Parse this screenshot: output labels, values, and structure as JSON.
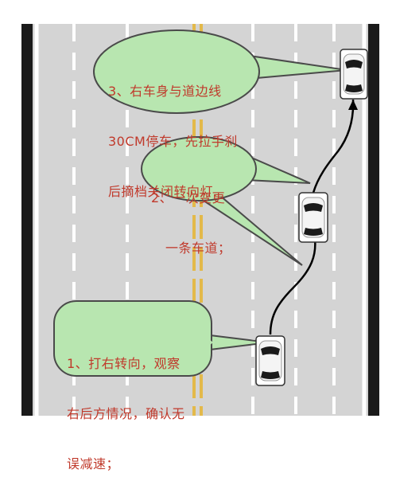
{
  "scene": {
    "title": "",
    "colors": {
      "road": "#d4d4d4",
      "dashed_lane": "#ffffff",
      "center_line": "#e3b94a",
      "edge_line": "#1a1a1a",
      "bubble_fill": "#b8e6b0",
      "bubble_stroke": "#4a4a4a",
      "text": "#c0392b",
      "path": "#000000"
    }
  },
  "callouts": [
    {
      "id": "step-3",
      "lines": [
        "3、右车身与道边线",
        "30CM停车，先拉手刹",
        "后摘档关闭转向灯."
      ]
    },
    {
      "id": "step-2",
      "lines": [
        "2、一次变更",
        "一条车道；"
      ]
    },
    {
      "id": "step-1",
      "lines": [
        "1、打右转向，观察",
        "右后方情况，确认无",
        "误减速；"
      ]
    }
  ],
  "vehicles": [
    {
      "id": "car-start",
      "label": ""
    },
    {
      "id": "car-middle",
      "label": ""
    },
    {
      "id": "car-end",
      "label": ""
    }
  ]
}
